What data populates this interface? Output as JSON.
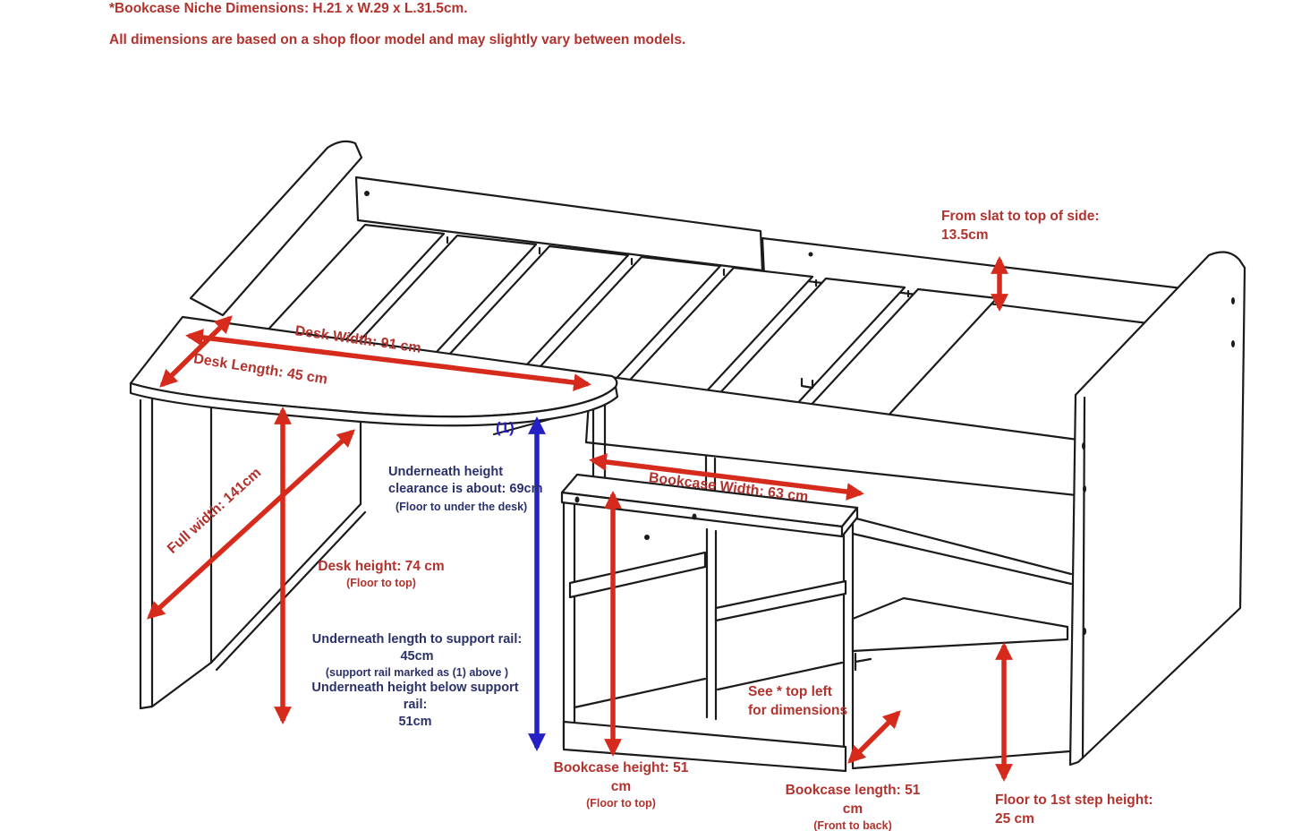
{
  "colors": {
    "red_text": "#b2322e",
    "red_arrow": "#d62b1c",
    "blue_arrow": "#2520c4",
    "navy_text": "#2a3169",
    "line": "#1b1b1b",
    "bg": "#ffffff"
  },
  "notes": {
    "niche": "*Bookcase Niche Dimensions: H.21 x W.29 x L.31.5cm.",
    "disclaimer": "All dimensions are based on a shop floor model and may slightly vary between models."
  },
  "labels": {
    "slat_side": {
      "line1": "From slat to top of side:",
      "line2": "13.5cm",
      "value_cm": 13.5
    },
    "desk_width": {
      "text": "Desk Width: 91 cm",
      "value_cm": 91
    },
    "desk_length": {
      "text": "Desk Length: 45 cm",
      "value_cm": 45
    },
    "full_width": {
      "text": "Full width: 141cm",
      "value_cm": 141
    },
    "support_rail_marker": {
      "text": "(1)"
    },
    "underneath_clearance": {
      "line1": "Underneath height",
      "line2": "clearance is about: 69cm",
      "sub": "(Floor to under the desk)",
      "value_cm": 69
    },
    "bookcase_width": {
      "text": "Bookcase Width: 63 cm",
      "value_cm": 63
    },
    "desk_height": {
      "main": "Desk height: 74 cm",
      "sub": "(Floor to top)",
      "value_cm": 74
    },
    "underneath_length": {
      "main": "Underneath length to support rail: 45cm",
      "sub": "(support rail marked as (1) above )",
      "value_cm": 45
    },
    "underneath_below": {
      "line1": "Underneath height below support rail:",
      "line2": "51cm",
      "value_cm": 51
    },
    "see_note": {
      "line1": "See * top left",
      "line2": "for dimensions"
    },
    "bookcase_height": {
      "main": "Bookcase height: 51 cm",
      "sub": "(Floor to top)",
      "value_cm": 51
    },
    "bookcase_length": {
      "main": "Bookcase length: 51 cm",
      "sub": "(Front to back)",
      "value_cm": 51
    },
    "floor_step": {
      "line1": "Floor to 1st step height:",
      "line2": "25 cm",
      "value_cm": 25
    }
  }
}
